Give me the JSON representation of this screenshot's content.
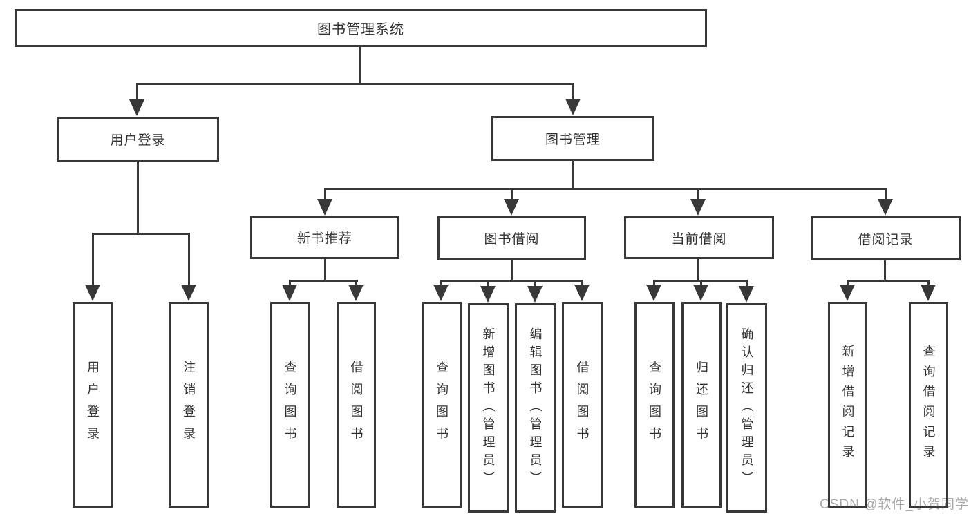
{
  "diagram": {
    "title": "图书管理系统",
    "tree": {
      "root": {
        "label": "图书管理系统",
        "children": [
          {
            "label": "用户登录",
            "children": [
              {
                "label": "用户登录"
              },
              {
                "label": "注销登录"
              }
            ]
          },
          {
            "label": "图书管理",
            "children": [
              {
                "label": "新书推荐",
                "children": [
                  {
                    "label": "查询图书"
                  },
                  {
                    "label": "借阅图书"
                  }
                ]
              },
              {
                "label": "图书借阅",
                "children": [
                  {
                    "label": "查询图书"
                  },
                  {
                    "label": "新增图书（管理员）"
                  },
                  {
                    "label": "编辑图书（管理员）"
                  },
                  {
                    "label": "借阅图书"
                  }
                ]
              },
              {
                "label": "当前借阅",
                "children": [
                  {
                    "label": "查询图书"
                  },
                  {
                    "label": "归还图书"
                  },
                  {
                    "label": "确认归还（管理员）"
                  }
                ]
              },
              {
                "label": "借阅记录",
                "children": [
                  {
                    "label": "新增借阅记录"
                  },
                  {
                    "label": "查询借阅记录"
                  }
                ]
              }
            ]
          }
        ]
      }
    },
    "watermark": "CSDN @软件_小贺同学",
    "colors": {
      "line": "#383838",
      "text": "#333333",
      "watermark": "#a9a9a9",
      "background": "#ffffff"
    }
  }
}
